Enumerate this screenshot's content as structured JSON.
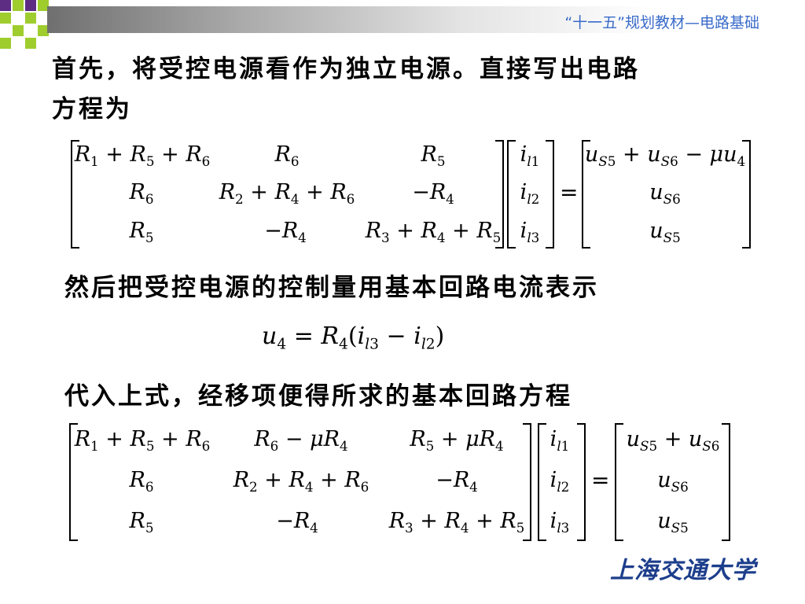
{
  "header": {
    "title": "“十一五”规划教材—电路基础"
  },
  "text": {
    "line1": "首先，将受控电源看作为独立电源。直接写出电路",
    "line2": "方程为",
    "line3": "然后把受控电源的控制量用基本回路电流表示",
    "line4": "代入上式，经移项便得所求的基本回路方程"
  },
  "logo": {
    "text": "上海交通大学"
  },
  "colors": {
    "header_text": "#3a6bc9",
    "checker_green": "#9fcd2e",
    "checker_purple": "#5c2d83",
    "logo": "#1d3e8c"
  }
}
